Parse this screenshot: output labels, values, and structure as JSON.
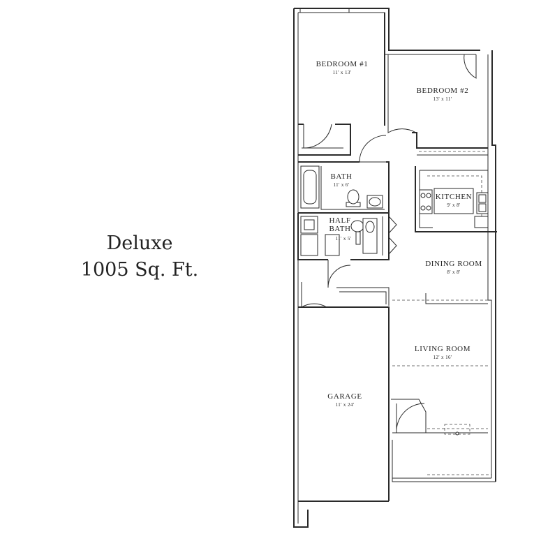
{
  "plan": {
    "name": "Deluxe",
    "area": "1005 Sq. Ft."
  },
  "rooms": [
    {
      "id": "bedroom1",
      "label": "BEDROOM #1",
      "dims": "11' x 13'"
    },
    {
      "id": "bedroom2",
      "label": "BEDROOM #2",
      "dims": "13' x 11'"
    },
    {
      "id": "bath",
      "label": "BATH",
      "dims": "11' x 6'"
    },
    {
      "id": "halfbath",
      "label": "HALF BATH",
      "label_line1": "HALF",
      "label_line2": "BATH",
      "dims": "11' x 5'"
    },
    {
      "id": "kitchen",
      "label": "KITCHEN",
      "dims": "9' x 8'"
    },
    {
      "id": "dining",
      "label": "DINING ROOM",
      "dims": "8' x 8'"
    },
    {
      "id": "living",
      "label": "LIVING ROOM",
      "dims": "12' x 16'"
    },
    {
      "id": "garage",
      "label": "GARAGE",
      "dims": "11' x 24'"
    }
  ],
  "icons": [
    "door-swing-icon",
    "toilet-icon",
    "sink-icon",
    "bathtub-icon",
    "stove-icon",
    "washer-dryer-icon"
  ]
}
